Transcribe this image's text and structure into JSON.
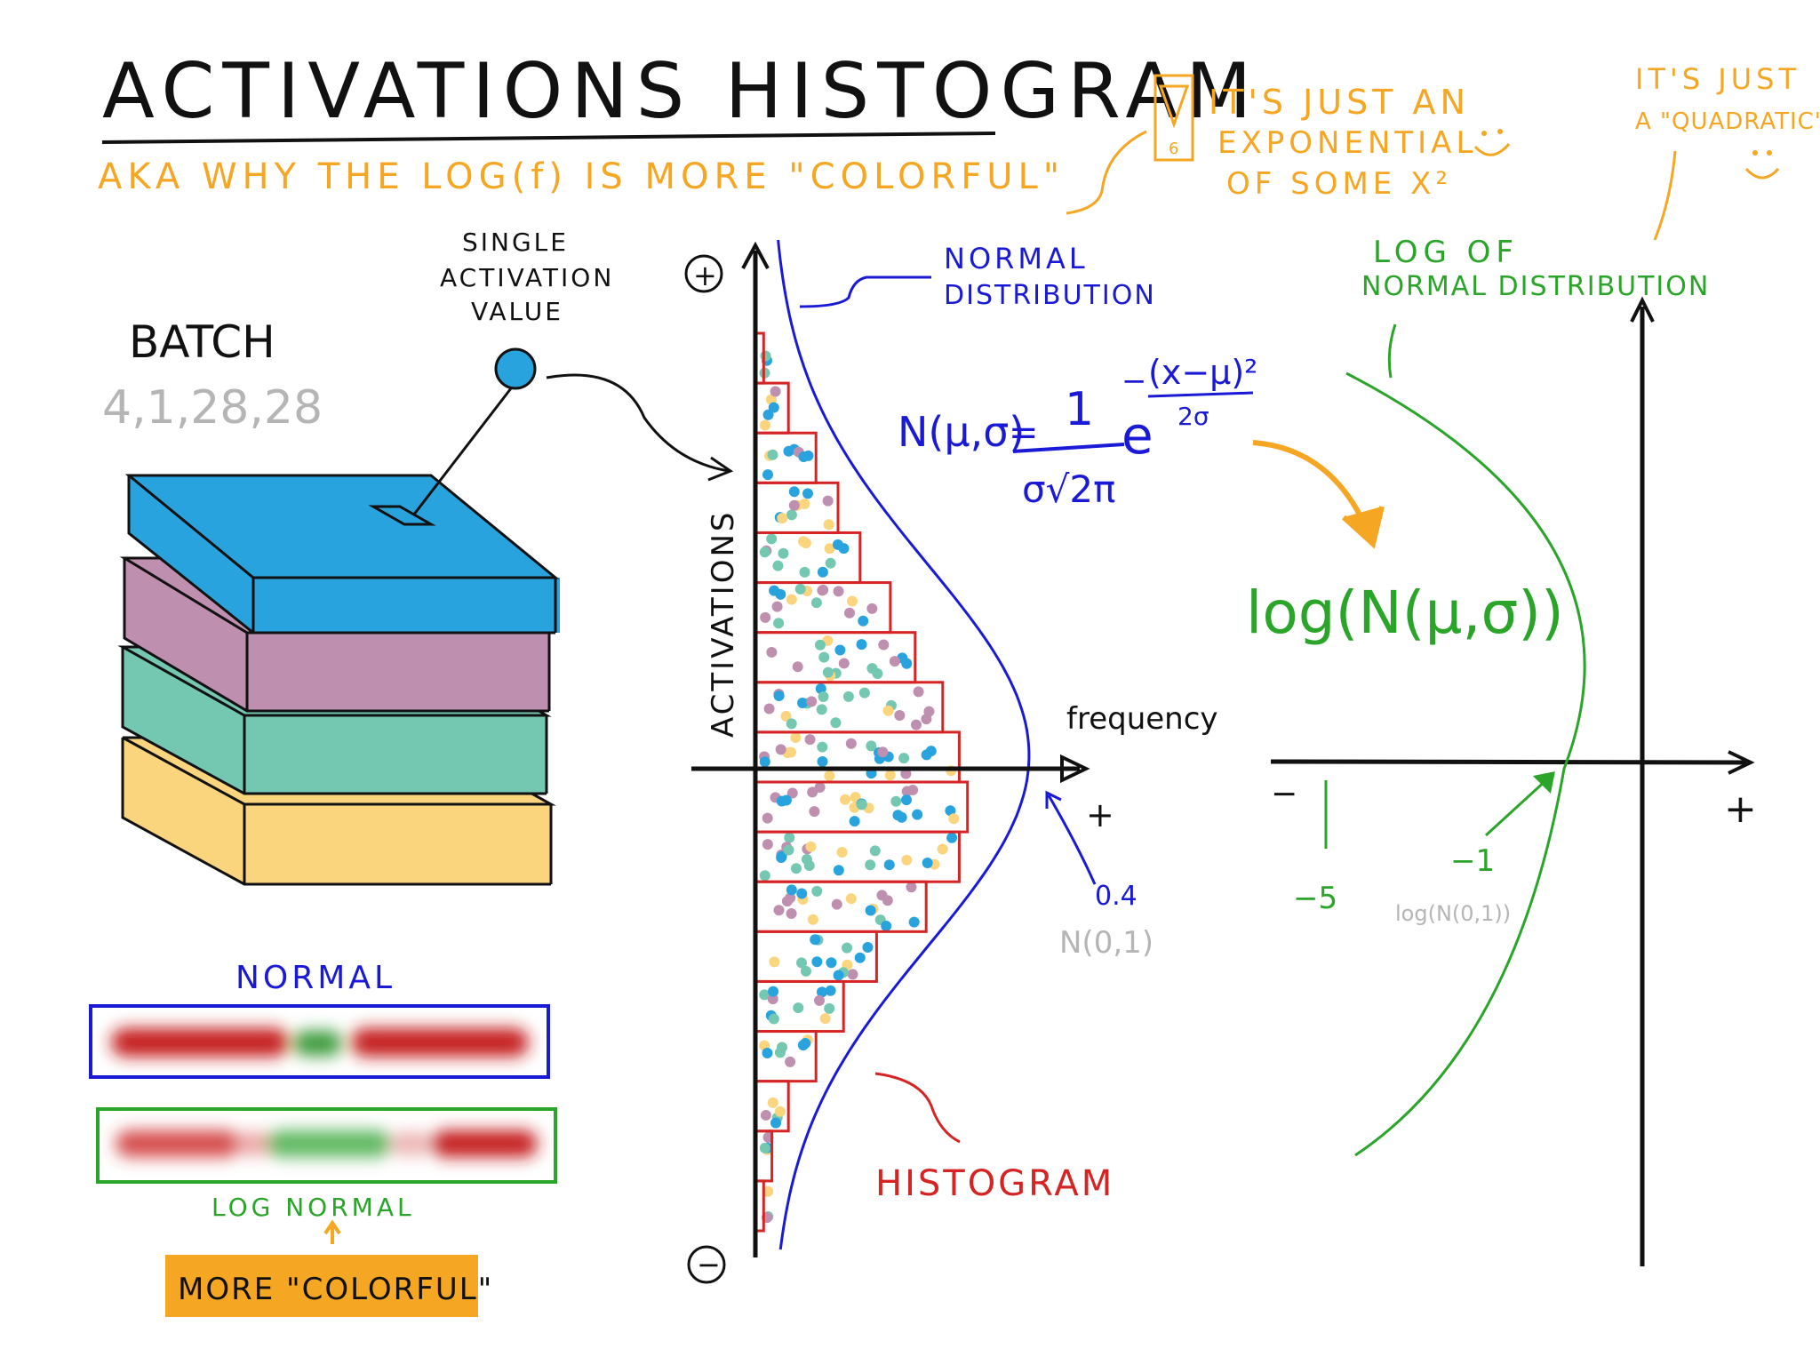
{
  "title": "ACTIVATIONS HISTOGRAM",
  "subtitle": "AKA WHY THE LOG(f) IS MORE \"COLORFUL\"",
  "note_exponential": {
    "line1": "IT'S JUST AN",
    "line2": "EXPONENTIAL",
    "line3": "OF SOME X²",
    "icon_label": "6"
  },
  "note_quadratic": {
    "line1": "IT'S JUST",
    "line2": "A \"QUADRATIC\""
  },
  "batch": {
    "label": "BATCH",
    "shape": "4,1,28,28",
    "layer_colors": [
      "#29a3dd",
      "#bf8fb0",
      "#74c8b1",
      "#fbd47e"
    ]
  },
  "single_activation": {
    "line1": "SINGLE",
    "line2": "ACTIVATION",
    "line3": "VALUE"
  },
  "normal_bar": {
    "label": "NORMAL"
  },
  "log_normal_bar": {
    "label": "LOG NORMAL"
  },
  "more_colorful": "MORE \"COLORFUL\"",
  "histogram_plot": {
    "plus_sign": "+",
    "minus_sign": "−",
    "y_label": "ACTIVATIONS",
    "x_label": "frequency",
    "x_plus": "+",
    "peak_value": "0.4",
    "peak_dist": "N(0,1)",
    "normal_label_1": "NORMAL",
    "normal_label_2": "DISTRIBUTION",
    "histogram_label": "HISTOGRAM",
    "bar_frequencies": [
      0.03,
      0.12,
      0.22,
      0.3,
      0.38,
      0.49,
      0.58,
      0.68,
      0.74,
      0.77,
      0.74,
      0.62,
      0.44,
      0.32,
      0.22,
      0.12,
      0.06,
      0.03
    ]
  },
  "formula": {
    "lhs": "N(μ,σ)",
    "equals": "=",
    "numerator": "1",
    "denominator": "σ√2π",
    "base": "e",
    "exp_sign": "−",
    "exp_numerator": "(x−μ)²",
    "exp_denominator": "2σ",
    "log_expr": "log(N(μ,σ))"
  },
  "log_plot": {
    "label_1": "LOG OF",
    "label_2": "NORMAL DISTRIBUTION",
    "x_minus": "−",
    "x_plus": "+",
    "tick_minus5": "−5",
    "tick_minus1": "−1",
    "tick_minus1_note": "log(N(0,1))"
  },
  "colors": {
    "ink": "#111111",
    "orange": "#f5a623",
    "blue": "#1a1ad6",
    "red": "#d62424",
    "green": "#2aa52a",
    "gray": "#b5b5b5",
    "dot_colors": [
      "#29a3dd",
      "#bf8fb0",
      "#74c8b1",
      "#fbd47e"
    ]
  }
}
